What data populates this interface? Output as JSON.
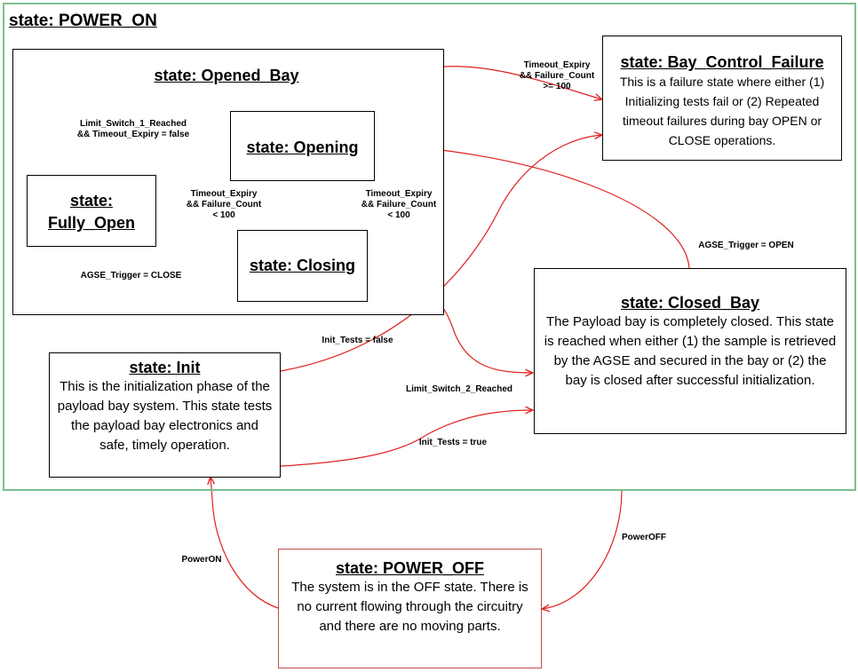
{
  "diagram": {
    "power_on_title": "state: POWER_ON",
    "opened_bay_title": "state: Opened_Bay",
    "opening_title": "state: Opening",
    "fully_open_title": "state: Fully_Open",
    "closing_title": "state: Closing",
    "bay_control_failure": {
      "title": "state: Bay_Control_Failure",
      "desc": "This is a failure state where either (1) Initializing tests fail or (2) Repeated timeout failures during bay OPEN or CLOSE operations."
    },
    "closed_bay": {
      "title": "state: Closed_Bay",
      "desc": "The Payload bay is completely closed. This state is reached when either (1) the sample is retrieved by the AGSE and secured in the bay or (2) the bay is closed after successful initialization."
    },
    "init": {
      "title": "state: Init",
      "desc": "This is the initialization phase of the payload bay system. This state tests the payload bay electronics and safe, timely operation."
    },
    "power_off": {
      "title": "state: POWER_OFF",
      "desc": "The system is in the OFF state. There is no current flowing through the circuitry and there are no moving parts."
    },
    "transitions": {
      "to_failure": "Timeout_Expiry\n&& Failure_Count\n>= 100",
      "limit_switch_1": "Limit_Switch_1_Reached\n&& Timeout_Expiry = false",
      "opening_to_closing": "Timeout_Expiry\n&& Failure_Count\n< 100",
      "closing_to_opening": "Timeout_Expiry\n&& Failure_Count\n< 100",
      "agse_close": "AGSE_Trigger = CLOSE",
      "agse_open": "AGSE_Trigger = OPEN",
      "init_false": "Init_Tests = false",
      "limit_switch_2": "Limit_Switch_2_Reached",
      "init_true": "Init_Tests = true",
      "power_on": "PowerON",
      "power_off": "PowerOFF"
    }
  }
}
